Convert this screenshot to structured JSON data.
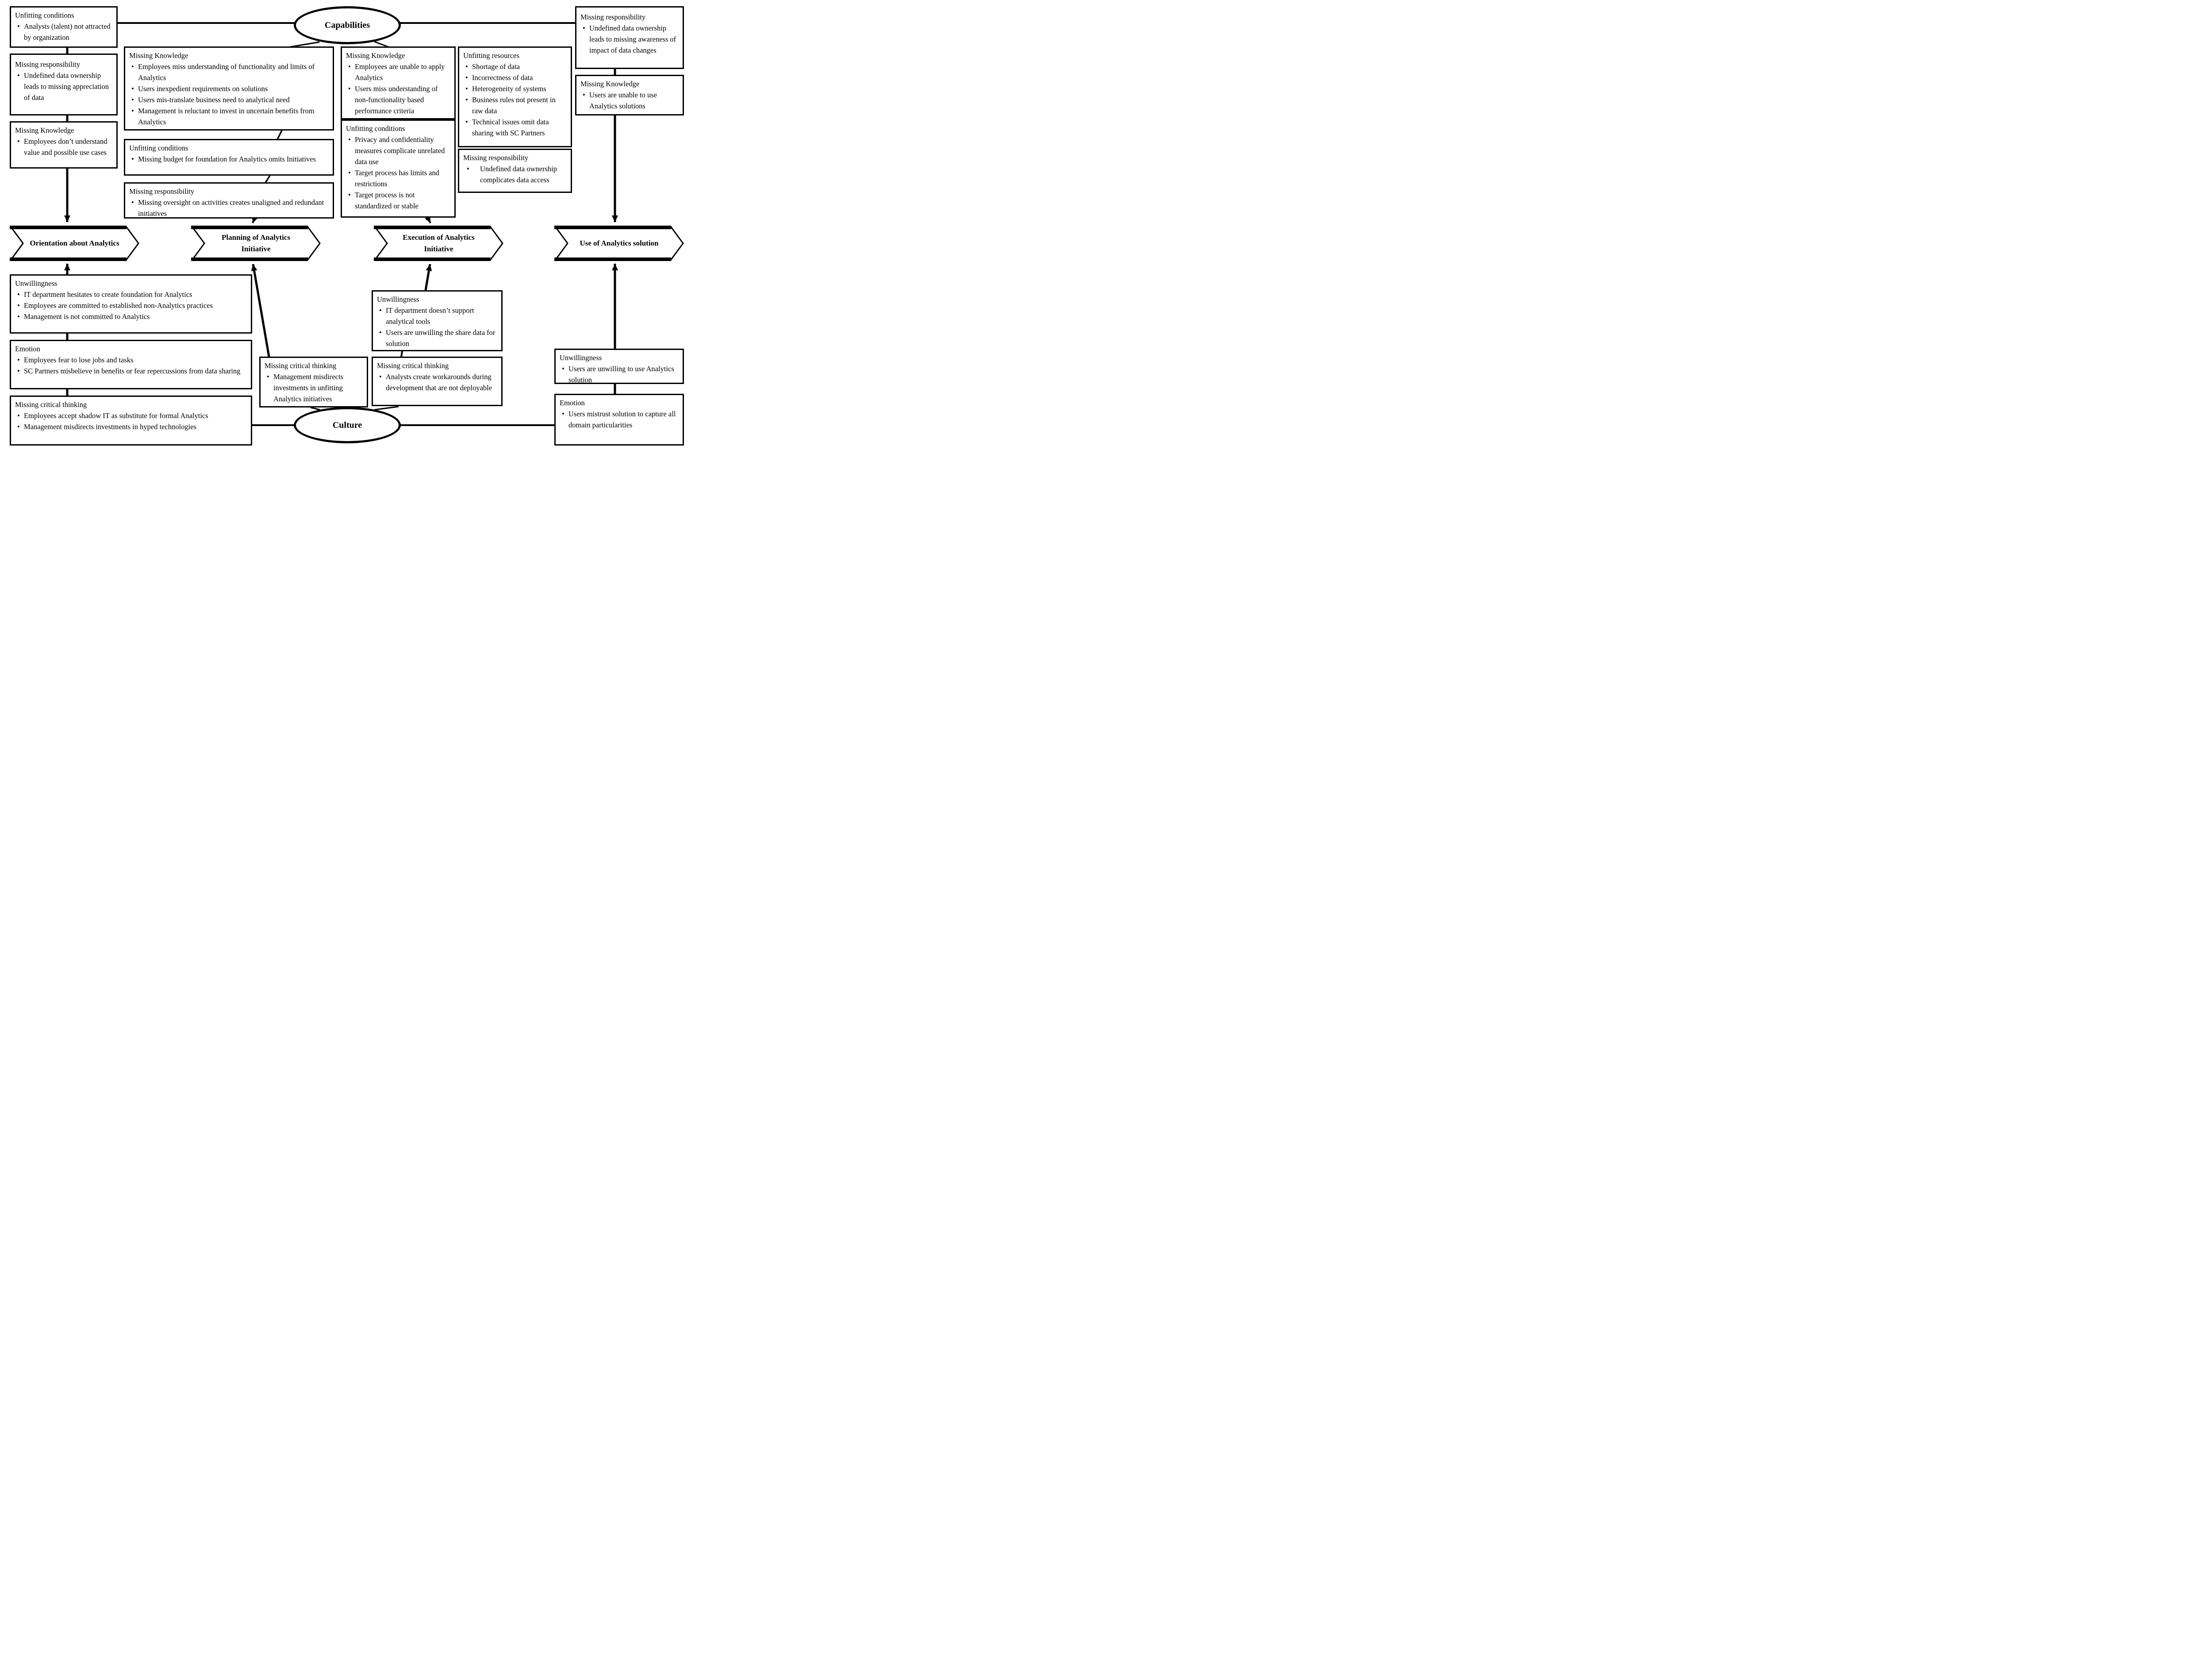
{
  "colors": {
    "ink": "#000000",
    "background": "#ffffff"
  },
  "ellipses": {
    "capabilities": {
      "label": "Capabilities"
    },
    "culture": {
      "label": "Culture"
    }
  },
  "process_steps": [
    {
      "label": "Orientation about Analytics"
    },
    {
      "label": "Planning of Analytics Initiative"
    },
    {
      "label": "Execution of Analytics Initiative"
    },
    {
      "label": "Use of Analytics solution"
    }
  ],
  "boxes": {
    "left_top": {
      "title": "Unfitting conditions",
      "bullets": [
        "Analysts (talent) not attracted by organization"
      ]
    },
    "left_mid": {
      "title": "Missing responsibility",
      "bullets": [
        "Undefined data ownership leads to missing appreciation of data"
      ]
    },
    "left_bottom": {
      "title": "Missing Knowledge",
      "bullets": [
        "Employees don’t understand value and possible use cases"
      ]
    },
    "planning_knowledge": {
      "title": "Missing Knowledge",
      "bullets": [
        "Employees miss understanding of functionality and limits of Analytics",
        "Users inexpedient requirements on solutions",
        "Users mis-translate business need to analytical need",
        "Management is reluctant to invest in uncertain benefits from Analytics"
      ]
    },
    "planning_conditions": {
      "title": "Unfitting conditions",
      "bullets": [
        "Missing budget for foundation for Analytics omits Initiatives"
      ]
    },
    "planning_responsibility": {
      "title": "Missing responsibility",
      "bullets": [
        "Missing oversight on activities creates unaligned and redundant initiatives"
      ]
    },
    "execution_knowledge": {
      "title": "Missing Knowledge",
      "bullets": [
        "Employees are unable to apply Analytics",
        "Users miss understanding of non-functionality based performance criteria"
      ]
    },
    "execution_conditions": {
      "title": "Unfitting conditions",
      "bullets": [
        "Privacy and confidentiality measures complicate unrelated data use",
        "Target process has limits and restrictions",
        "Target process is not standardized or stable"
      ]
    },
    "execution_resources": {
      "title": "Unfitting resources",
      "bullets": [
        "Shortage of data",
        "Incorrectness of data",
        "Heterogeneity of systems",
        "Business rules not present in raw data",
        "Technical issues omit data sharing with SC Partners"
      ]
    },
    "execution_responsibility": {
      "title": "Missing responsibility",
      "bullets": [
        "Undefined data ownership complicates data access"
      ]
    },
    "use_responsibility": {
      "title": "Missing responsibility",
      "bullets": [
        "Undefined data ownership leads to missing awareness of impact of data changes"
      ]
    },
    "use_knowledge": {
      "title": "Missing Knowledge",
      "bullets": [
        "Users are unable to use Analytics solutions"
      ]
    },
    "orientation_unwillingness": {
      "title": "Unwillingness",
      "bullets": [
        "IT department hesitates to create foundation for Analytics",
        "Employees are committed to established non-Analytics practices",
        "Management is not committed to Analytics"
      ]
    },
    "orientation_emotion": {
      "title": "Emotion",
      "bullets": [
        "Employees fear to lose jobs and tasks",
        "SC Partners misbelieve in benefits or fear repercussions from data sharing"
      ]
    },
    "orientation_critical": {
      "title": "Missing critical thinking",
      "bullets": [
        "Employees accept shadow IT as substitute for formal Analytics",
        "Management misdirects investments in hyped technologies"
      ]
    },
    "planning_critical": {
      "title": "Missing critical thinking",
      "bullets": [
        "Management misdirects investments in unfitting Analytics initiatives"
      ]
    },
    "execution_unwillingness": {
      "title": "Unwillingness",
      "bullets": [
        "IT department doesn’t support analytical tools",
        "Users are unwilling the share data for solution"
      ]
    },
    "execution_critical": {
      "title": "Missing critical thinking",
      "bullets": [
        "Analysts create workarounds during development that are not deployable"
      ]
    },
    "use_unwillingness": {
      "title": "Unwillingness",
      "bullets": [
        "Users are unwilling to use Analytics solution"
      ]
    },
    "use_emotion": {
      "title": "Emotion",
      "bullets": [
        "Users mistrust solution to capture all domain particularities"
      ]
    }
  }
}
